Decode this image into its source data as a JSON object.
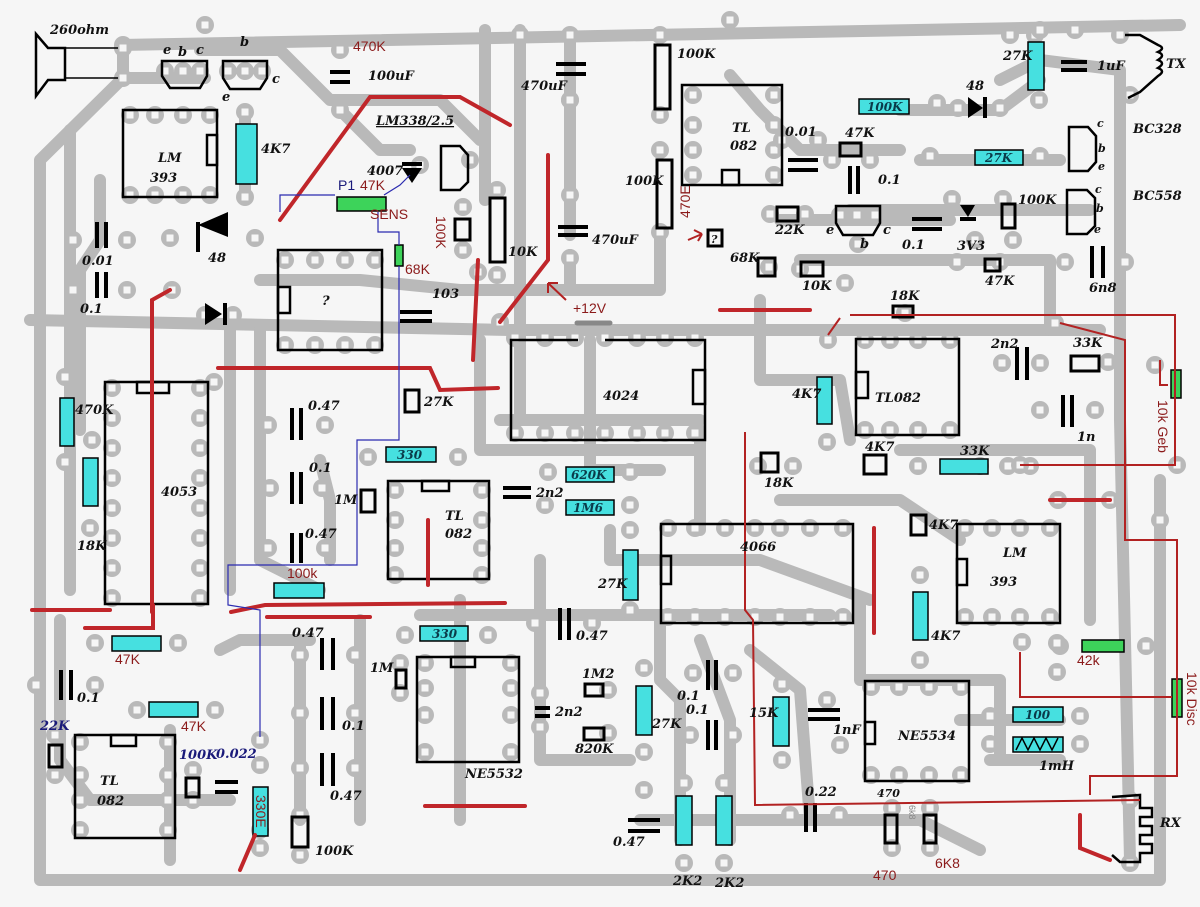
{
  "title": "PCB component layout",
  "ics": [
    {
      "id": "ic-lm393-top",
      "line1": "LM",
      "line2": "393"
    },
    {
      "id": "ic-unknown",
      "line1": "?",
      "line2": ""
    },
    {
      "id": "ic-tl082-top",
      "line1": "TL",
      "line2": "082"
    },
    {
      "id": "ic-4024",
      "line1": "4024",
      "line2": ""
    },
    {
      "id": "ic-tl082-right",
      "line1": "TL082",
      "line2": ""
    },
    {
      "id": "ic-4053",
      "line1": "4053",
      "line2": ""
    },
    {
      "id": "ic-tl082-mid",
      "line1": "TL",
      "line2": "082"
    },
    {
      "id": "ic-4066",
      "line1": "4066",
      "line2": ""
    },
    {
      "id": "ic-lm393-right",
      "line1": "LM",
      "line2": "393"
    },
    {
      "id": "ic-ne5532",
      "line1": "NE5532",
      "line2": ""
    },
    {
      "id": "ic-ne5534",
      "line1": "NE5534",
      "line2": ""
    },
    {
      "id": "ic-tl082-bottom",
      "line1": "TL",
      "line2": "082"
    }
  ],
  "components": {
    "speaker": "260ohm",
    "transistor_left_pins": [
      "e",
      "b",
      "c"
    ],
    "transistor_mid_pins": [
      "b",
      "c",
      "e"
    ],
    "cap_470k": "470K",
    "cap_100uf": "100uF",
    "res_4k7_top": "4K7",
    "regulator": "LM338/2.5",
    "diode_4007": "4007",
    "pot_p1": "P1",
    "pot_p1_value": "47K",
    "pot_sens": "SENS",
    "res_68k_green": "68K",
    "res_100k_red": "100K",
    "res_10k": "10K",
    "cap_470uf_top": "470uF",
    "cap_470uf_bottom": "470uF",
    "plus12v": "+12V",
    "res_100k_a": "100K",
    "res_100k_b": "100K",
    "res_470e": "470E",
    "unknown_part": "?",
    "res_68k": "68K",
    "res_22k": "22K",
    "res_10k_b": "10K",
    "cap_0_01_top": "0.01",
    "res_47k_top": "47K",
    "cap_0_1_top": "0.1",
    "transistor_right_pins": [
      "e",
      "b",
      "c"
    ],
    "res_100k_cyan": "100K",
    "diode_48_top": "48",
    "res_27k_top": "27K",
    "cap_1uf": "1uF",
    "coil_tx": "TX",
    "bc328": "BC328",
    "bc558": "BC558",
    "res_27k_cyan": "27K",
    "res_100k_c": "100K",
    "cap_0_1_b": "0.1",
    "diode_3v3": "3V3",
    "res_47k_b": "47K",
    "cap_6n8": "6n8",
    "res_18k_top": "18K",
    "cap_0_01_left": "0.01",
    "cap_0_1_left": "0.1",
    "diode_48_left": "48",
    "cap_103": "103",
    "res_470k": "470K",
    "res_18k_left": "18K",
    "res_27k_mid": "27K",
    "cap_0_47_a": "0.47",
    "cap_0_1_c": "0.1",
    "res_1m": "1M",
    "cap_0_47_b": "0.47",
    "res_330_a": "330",
    "res_100k_red_lower": "100k",
    "cap_2n2_mid": "2n2",
    "res_620k": "620K",
    "res_1m6": "1M6",
    "res_27k_vert": "27K",
    "res_18k_mid": "18K",
    "res_4k7_right": "4K7",
    "cap_2n2_right": "2n2",
    "res_33k_top": "33K",
    "cap_1n": "1n",
    "pot_10k_geb": "10k Geb",
    "res_4k7_b": "4K7",
    "res_33k_cyan": "33K",
    "res_4k7_c": "4K7",
    "res_4k7_d": "4K7",
    "res_47k_red_a": "47K",
    "cap_0_1_d": "0.1",
    "res_47k_red_b": "47K",
    "res_22k_blue": "22K",
    "res_100k_blue": "100K",
    "cap_0_022": "0.022",
    "res_330e": "330E",
    "res_100k_bottom": "100K",
    "cap_0_47_c": "0.47",
    "cap_0_1_e": "0.1",
    "cap_0_47_d": "0.47",
    "res_1m_b": "1M",
    "res_330_b": "330",
    "cap_0_47_e": "0.47",
    "res_1m2": "1M2",
    "cap_2n2_low": "2n2",
    "res_820k": "820K",
    "res_27k_low": "27K",
    "cap_0_1_f": "0.1",
    "cap_0_1_g": "0.1",
    "cap_0_47_f": "0.47",
    "res_2k2_a": "2K2",
    "res_2k2_b": "2K2",
    "res_15k": "15K",
    "cap_1nf": "1nF",
    "cap_0_22": "0.22",
    "res_470_black": "470",
    "res_6k8_small": "6k8",
    "res_470_red": "470",
    "res_6k8_red": "6K8",
    "res_100_cyan": "100",
    "inductor_1mh": "1mH",
    "res_42k": "42k",
    "pot_10k_disc": "10k Disc",
    "coil_rx": "RX"
  }
}
